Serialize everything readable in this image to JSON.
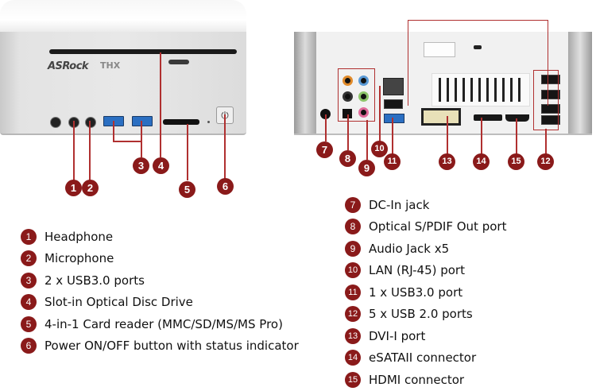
{
  "front_unit": {
    "brand_logo": "ASRock",
    "sub_logo": "THX",
    "power_glyph": "⏻"
  },
  "front_callouts": [
    "1",
    "2",
    "3",
    "4",
    "5",
    "6"
  ],
  "rear_callouts": [
    "7",
    "8",
    "9",
    "10",
    "11",
    "12",
    "13",
    "14",
    "15"
  ],
  "legend_front": [
    {
      "num": "1",
      "label": "Headphone"
    },
    {
      "num": "2",
      "label": "Microphone"
    },
    {
      "num": "3",
      "label": "2 x USB3.0 ports"
    },
    {
      "num": "4",
      "label": "Slot-in Optical Disc Drive"
    },
    {
      "num": "5",
      "label": "4-in-1 Card reader (MMC/SD/MS/MS Pro)"
    },
    {
      "num": "6",
      "label": "Power ON/OFF button with status indicator"
    }
  ],
  "legend_rear": [
    {
      "num": "7",
      "label": "DC-In jack"
    },
    {
      "num": "8",
      "label": "Optical S/PDIF Out port"
    },
    {
      "num": "9",
      "label": "Audio Jack x5"
    },
    {
      "num": "10",
      "label": "LAN (RJ-45) port"
    },
    {
      "num": "11",
      "label": "1 x USB3.0 port"
    },
    {
      "num": "12",
      "label": "5 x USB 2.0 ports"
    },
    {
      "num": "13",
      "label": "DVI-I port"
    },
    {
      "num": "14",
      "label": "eSATAII connector"
    },
    {
      "num": "15",
      "label": "HDMI connector"
    }
  ],
  "colors": {
    "callout": "#8a1a1a",
    "leader_line": "#b03030",
    "usb3_blue": "#2b6fc2"
  }
}
